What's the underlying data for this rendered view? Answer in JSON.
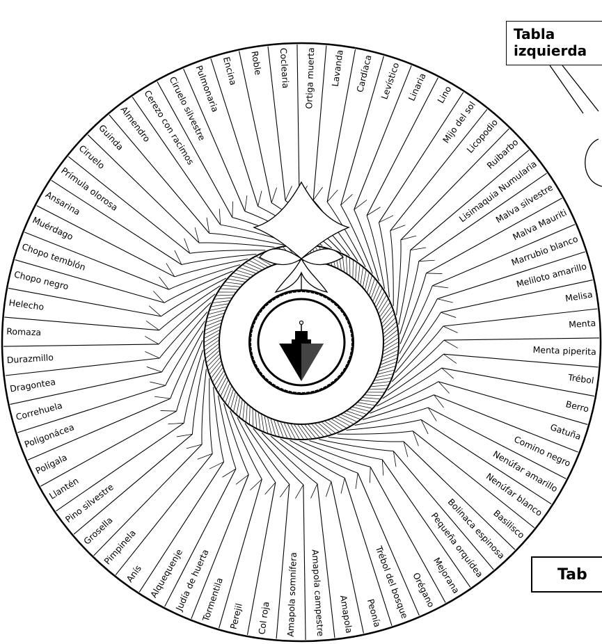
{
  "labels": [
    "Ortiga muerta",
    "Lavanda",
    "Cardíaca",
    "Levístico",
    "Linaria",
    "Lino",
    "Mijo del sol",
    "Licopodio",
    "Ruibarbo",
    "Lisimaquia Numularia",
    "Malva silvestre",
    "Malva Mauriti",
    "Marrubio blanco",
    "Meliloto amarillo",
    "Melisa",
    "Menta",
    "Menta piperita",
    "Trébol",
    "Berro",
    "Gatuña",
    "Comino negro",
    "Nenúfar amarillo",
    "Nenúfar blanco",
    "Basilisco",
    "Bolinaca espinosa",
    "Pequeña orquídea",
    "Mejorana",
    "Orégano",
    "Trébol del bosque",
    "Peonía",
    "Amapola",
    "Amapola campestre",
    "Amapola somnífera",
    "Col roja",
    "Perejil",
    "Tormentila",
    "Judía de huerta",
    "Alquequenje",
    "Anís",
    "Pimpinela",
    "Grosella",
    "Pino silvestre",
    "Llantén",
    "Polígala",
    "Poligonácea",
    "Correhuela",
    "Dragontea",
    "Durazmillo",
    "Romaza",
    "Helecho",
    "Chopo negro",
    "Chopo temblón",
    "Muérdago",
    "Ansarina",
    "Prímula olorosa",
    "Ciruelo",
    "Guinda",
    "Almendro",
    "Cerezo con racimos",
    "Ciruelo silvestre",
    "Pulmonaria",
    "Encina",
    "Roble",
    "Coclearia"
  ],
  "callout": {
    "line1": "Tabla",
    "line2": "izquierda"
  },
  "bottom_label": "Tab"
}
